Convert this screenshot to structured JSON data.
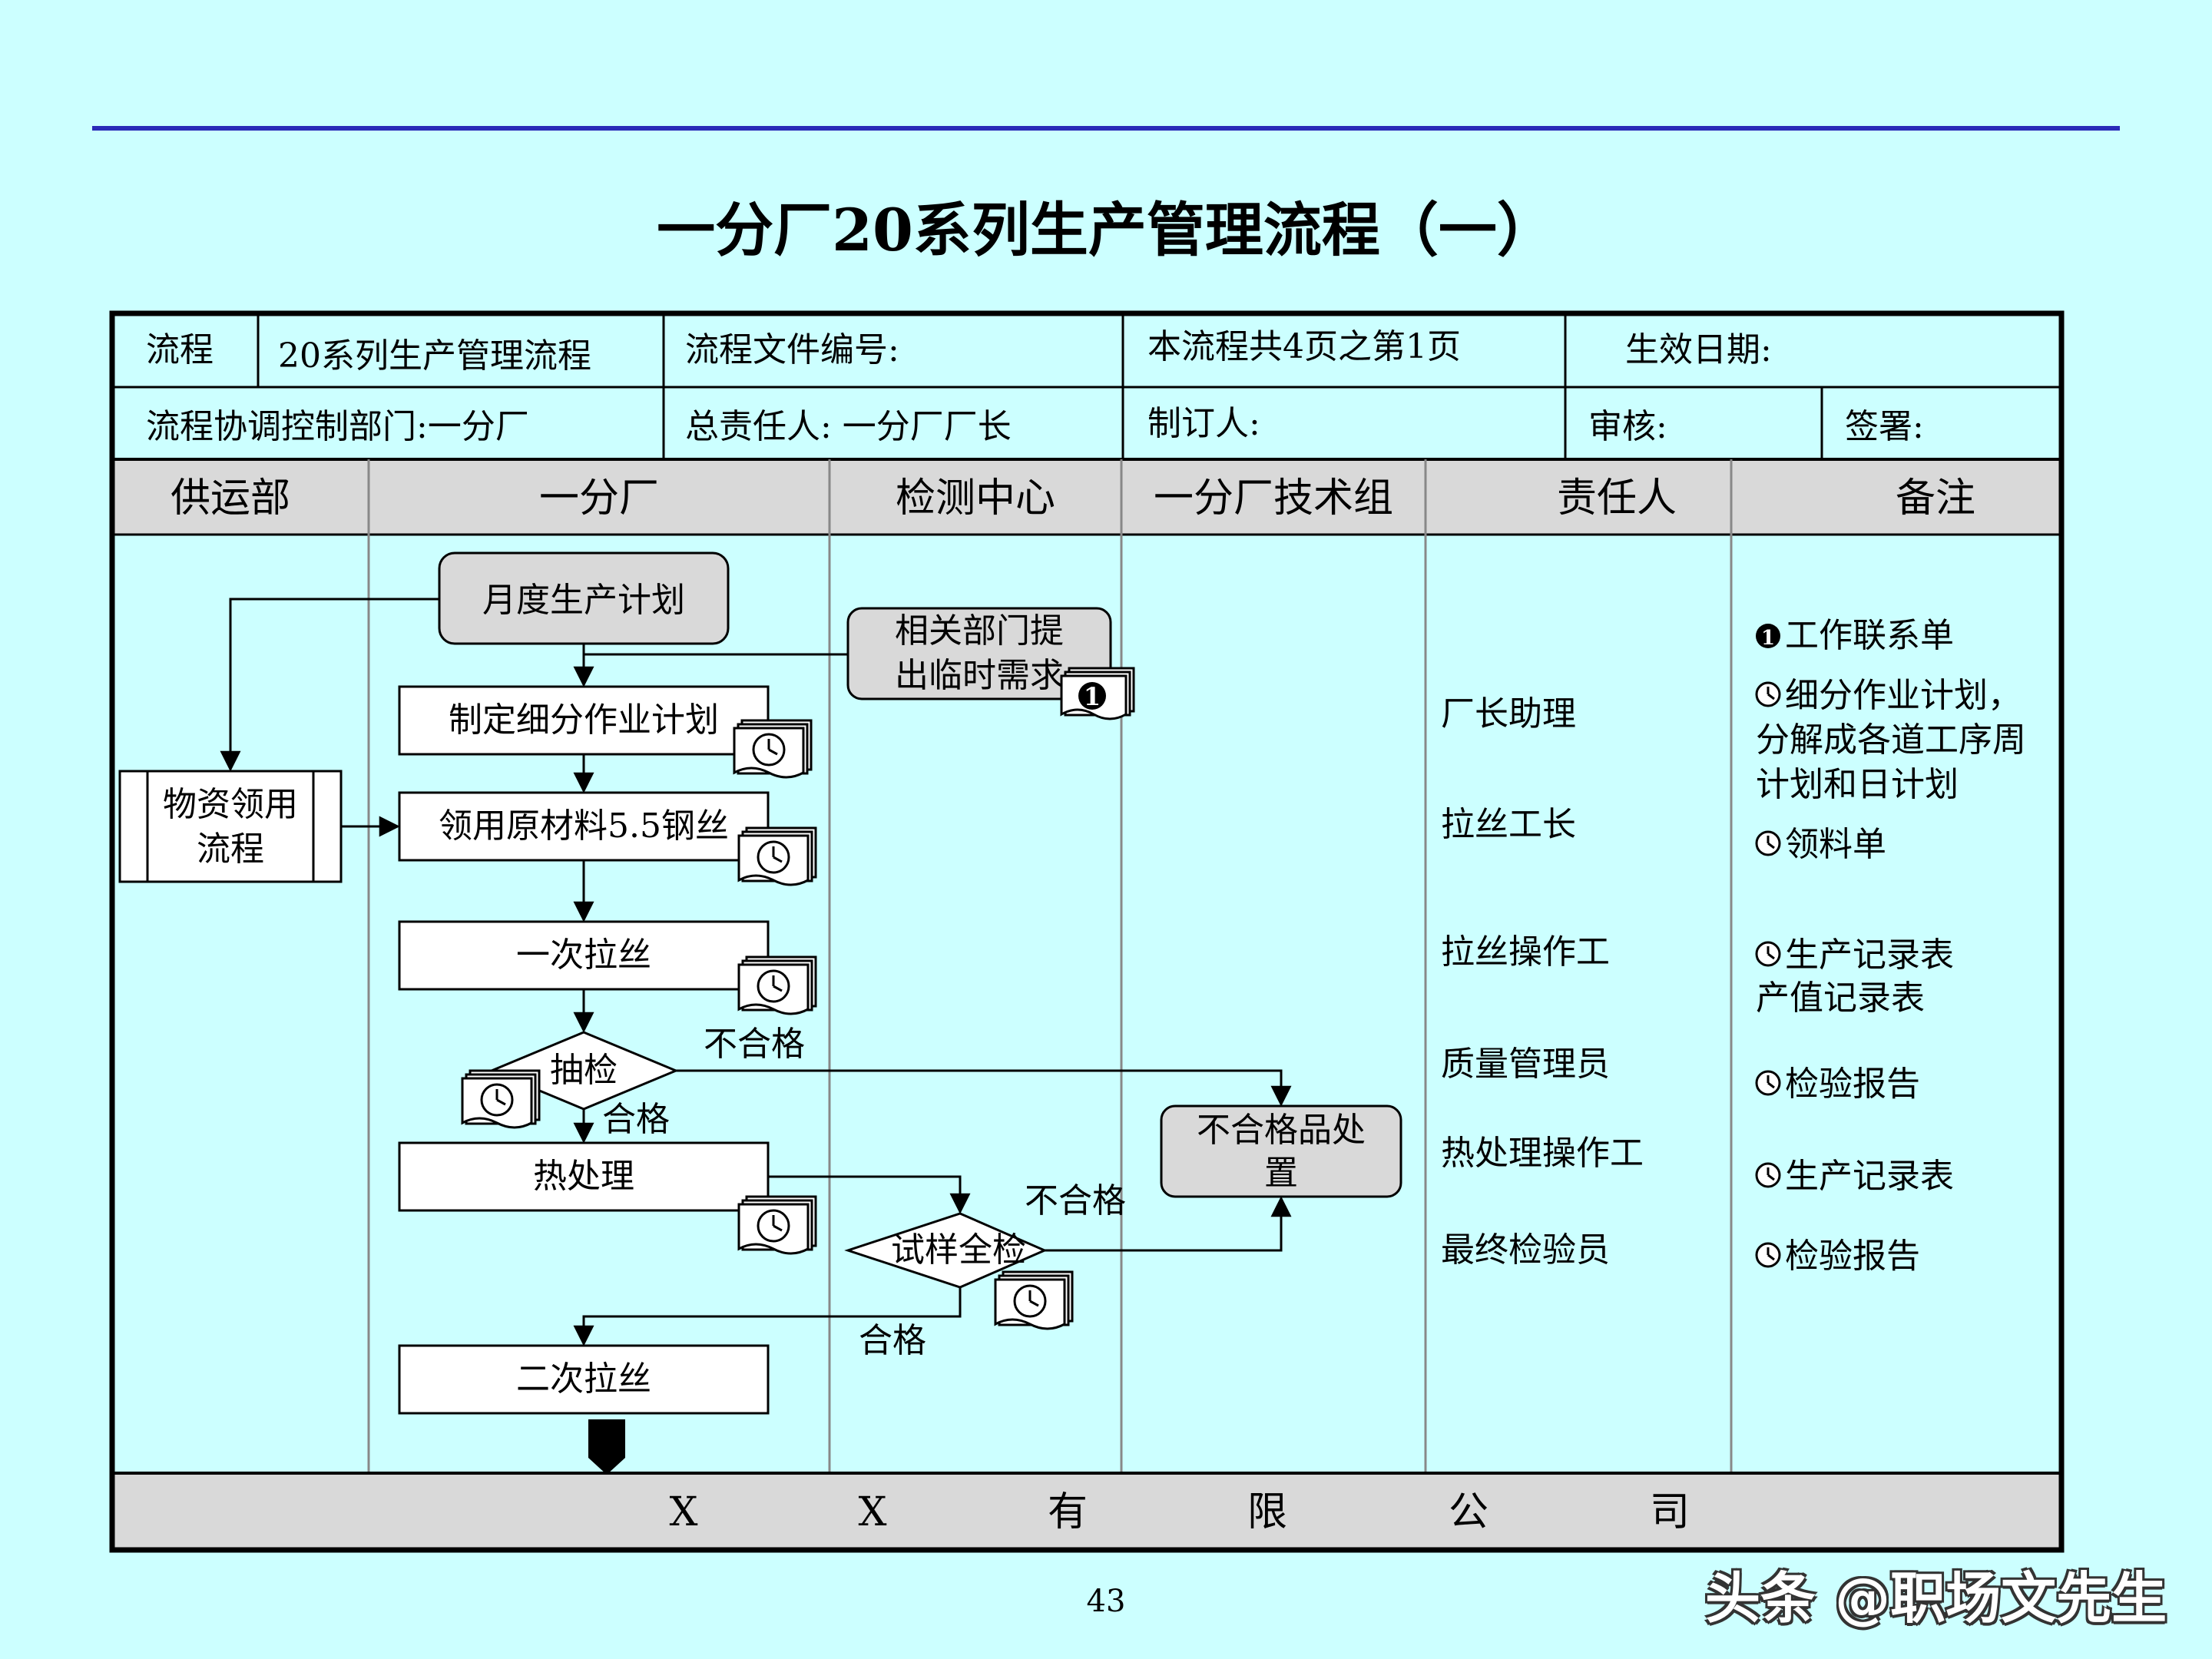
{
  "title": "一分厂20系列生产管理流程（一）",
  "page_number": "43",
  "watermark": "头条 @职场文先生",
  "header": {
    "label_process": "流程",
    "process_name": "20系列生产管理流程",
    "file_no": "流程文件编号:",
    "pages": "本流程共4页之第1页",
    "effective_date": "生效日期:",
    "control_dept": "流程协调控制部门:一分厂",
    "owner": "总责任人: 一分厂厂长",
    "author": "制订人:",
    "review": "审核:",
    "sign": "签署:"
  },
  "columns": [
    "供运部",
    "一分厂",
    "检测中心",
    "一分厂技术组",
    "责任人",
    "备注"
  ],
  "nodes": {
    "monthly_plan": "月度生产计划",
    "temp_demand": [
      "相关部门提",
      "出临时需求"
    ],
    "detail_plan": "制定细分作业计划",
    "material_process": [
      "物资领用",
      "流程"
    ],
    "get_material": "领用原材料5.5钢丝",
    "first_draw": "一次拉丝",
    "sample_check": "抽检",
    "heat_treat": "热处理",
    "full_check": "试样全检",
    "nonconform": [
      "不合格品处",
      "置"
    ],
    "second_draw": "二次拉丝"
  },
  "labels": {
    "fail_1": "不合格",
    "pass_1": "合格",
    "fail_2": "不合格",
    "pass_2": "合格",
    "note_marker_1": "1"
  },
  "responsible": [
    "厂长助理",
    "拉丝工长",
    "拉丝操作工",
    "质量管理员",
    "热处理操作工",
    "最终检验员"
  ],
  "remarks": {
    "r1": "工作联系单",
    "r2": [
      "细分作业计划，",
      "分解成各道工序周",
      "计划和日计划"
    ],
    "r3": "领料单",
    "r4": [
      "生产记录表",
      "产值记录表"
    ],
    "r5": "检验报告",
    "r6": "生产记录表",
    "r7": "检验报告"
  },
  "footer": [
    "X",
    "X",
    "有",
    "限",
    "公",
    "司"
  ],
  "colors": {
    "background": "#ccffff",
    "rule": "#2a2ab8",
    "header_gray": "#d9d9d9",
    "node_gray": "#d9d9d9"
  }
}
